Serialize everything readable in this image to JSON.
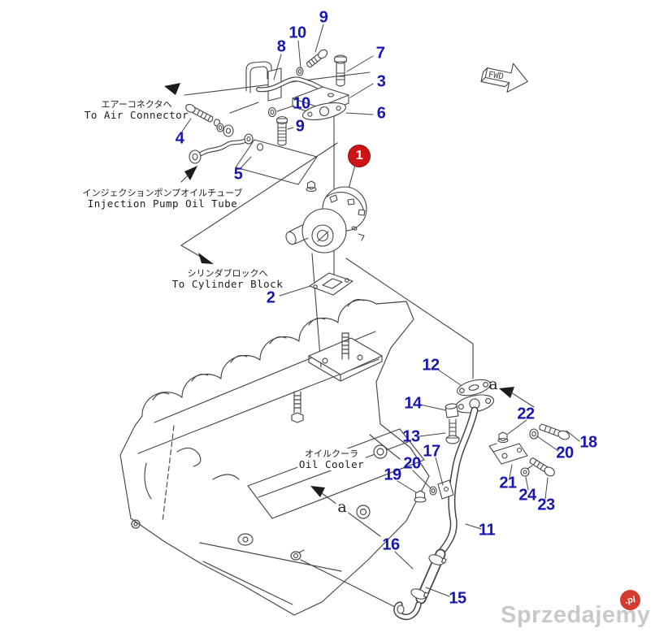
{
  "diagram": {
    "title_hint": "turbocharger-mounting-parts-diagram",
    "line_color": "#454545",
    "callout_color": "#1717b0",
    "highlight": {
      "fill": "#cc1416",
      "ring": "#8d1115",
      "text_color": "#ffffff"
    },
    "callouts": [
      {
        "id": "9"
      },
      {
        "id": "10"
      },
      {
        "id": "8"
      },
      {
        "id": "7"
      },
      {
        "id": "3"
      },
      {
        "id": "10"
      },
      {
        "id": "6"
      },
      {
        "id": "9"
      },
      {
        "id": "4"
      },
      {
        "id": "1",
        "highlight": true
      },
      {
        "id": "5"
      },
      {
        "id": "2"
      },
      {
        "id": "12"
      },
      {
        "id": "14"
      },
      {
        "id": "22"
      },
      {
        "id": "13"
      },
      {
        "id": "18"
      },
      {
        "id": "17"
      },
      {
        "id": "20"
      },
      {
        "id": "20"
      },
      {
        "id": "19"
      },
      {
        "id": "21"
      },
      {
        "id": "24"
      },
      {
        "id": "23"
      },
      {
        "id": "11"
      },
      {
        "id": "16"
      },
      {
        "id": "15"
      }
    ],
    "annotations": [
      {
        "name": "air-connector",
        "jp": "エアーコネクタヘ",
        "en": "To Air Connector"
      },
      {
        "name": "injection-pump-oil-tube",
        "jp": "インジェクションポンプオイルチューブ",
        "en": "Injection Pump Oil Tube"
      },
      {
        "name": "cylinder-block",
        "jp": "シリンダブロックヘ",
        "en": "To Cylinder Block"
      },
      {
        "name": "oil-cooler",
        "jp": "オイルクーラ",
        "en": "Oil Cooler"
      }
    ],
    "reference_letters": [
      {
        "label": "a"
      },
      {
        "label": "a"
      }
    ],
    "direction_arrow": {
      "label": "FWD"
    }
  },
  "watermark": {
    "text": "Sprzedajemy",
    "badge": ".pl",
    "text_color": "#c9c9c9",
    "badge_color": "#d43a2e"
  }
}
